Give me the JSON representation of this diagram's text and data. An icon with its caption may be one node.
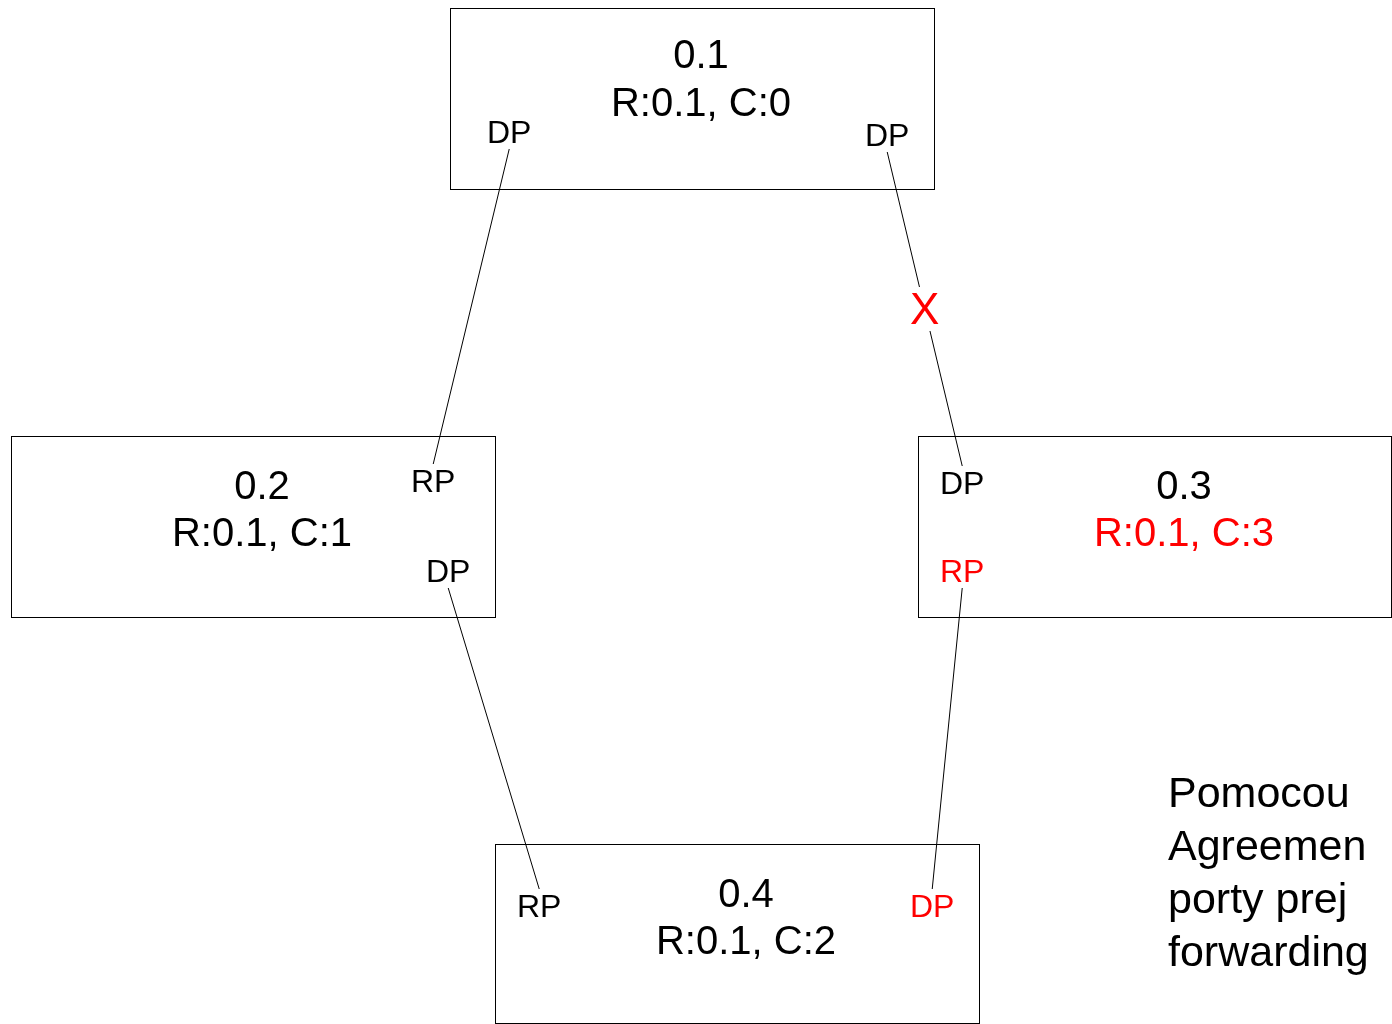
{
  "diagram": {
    "nodes": [
      {
        "text": [
          "0.1",
          "R:0.1, C:0"
        ]
      },
      {
        "text": [
          "DP"
        ],
        "in": 0
      },
      {
        "text": [
          "DP"
        ],
        "in": 0
      },
      {
        "text": [
          "0.2",
          "R:0.1, C:1"
        ]
      },
      {
        "text": [
          "RP"
        ],
        "in": 3
      },
      {
        "text": [
          "DP"
        ],
        "in": 3
      },
      {
        "text": [
          "0.3",
          "R:0.1, C:3"
        ]
      },
      {
        "text": [
          "DP"
        ],
        "in": 6
      },
      {
        "text": [
          "RP"
        ],
        "in": 6
      },
      {
        "text": [
          "0.4",
          "R:0.1, C:2"
        ]
      },
      {
        "text": [
          "RP"
        ],
        "in": 9
      },
      {
        "text": [
          "DP"
        ],
        "in": 9
      }
    ],
    "edges": [
      {
        "from": 1,
        "to": 4,
        "arrow": "none"
      },
      {
        "from": 2,
        "to": 7,
        "arrow": "none",
        "label": "X"
      },
      {
        "from": 5,
        "to": 10,
        "arrow": "none"
      },
      {
        "from": 8,
        "to": 11,
        "arrow": "none"
      }
    ],
    "labels": [
      "Pomocou Agreemen porty prej forwarding"
    ]
  }
}
